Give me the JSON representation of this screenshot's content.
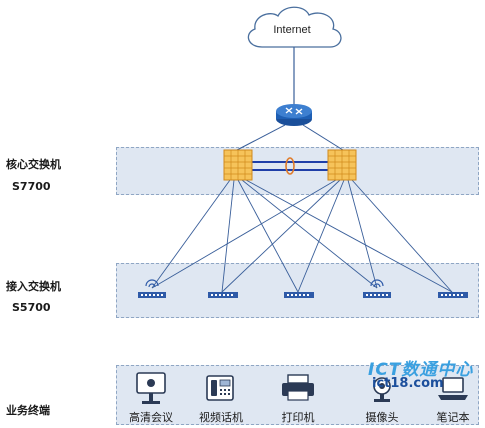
{
  "cloud": {
    "label": "Internet"
  },
  "layers": {
    "core": {
      "title": "核心交换机",
      "model": "S7700"
    },
    "access": {
      "title": "接入交换机",
      "model": "S5700"
    },
    "terminal": {
      "title": "业务终端"
    }
  },
  "terminals": [
    {
      "label": "高清会议",
      "icon": "video-conference-icon"
    },
    {
      "label": "视频话机",
      "icon": "video-phone-icon"
    },
    {
      "label": "打印机",
      "icon": "printer-icon"
    },
    {
      "label": "摄像头",
      "icon": "camera-icon"
    },
    {
      "label": "笔记本",
      "icon": "laptop-icon"
    }
  ],
  "watermark": {
    "text": "ICT数通中心",
    "url": "ict18.com"
  },
  "colors": {
    "band_fill": "#dfe7f2",
    "link": "#3a5f9a",
    "stack_link": "#1f3fa8",
    "stack_ring": "#e07b2a",
    "switch": "#2e5aa8",
    "router": "#1e5fb4"
  }
}
